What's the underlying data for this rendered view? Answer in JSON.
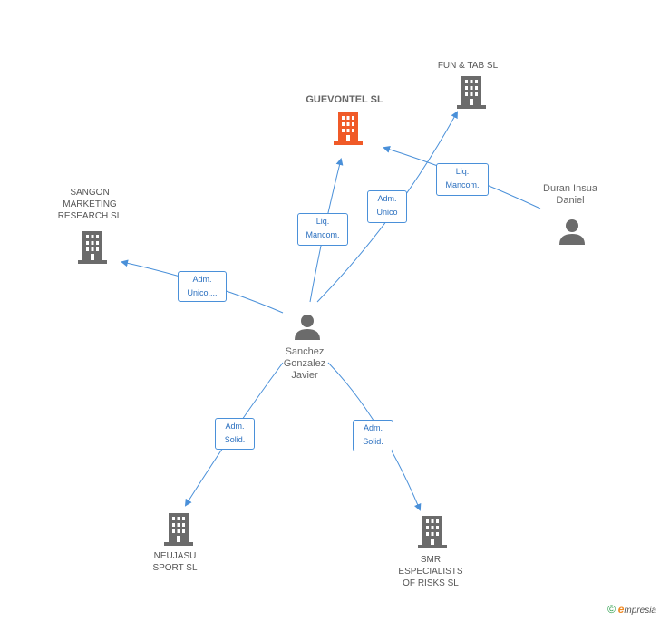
{
  "nodes": {
    "guevontel": {
      "label": "GUEVONTEL SL"
    },
    "fun_tab": {
      "label": "FUN & TAB  SL"
    },
    "sangon": {
      "label": "SANGON\nMARKETING\nRESEARCH SL"
    },
    "neujasu": {
      "label": "NEUJASU\nSPORT SL"
    },
    "smr": {
      "label": "SMR\nESPECIALISTS\nOF RISKS SL"
    },
    "sanchez": {
      "label": "Sanchez\nGonzalez\nJavier"
    },
    "duran": {
      "label": "Duran Insua\nDaniel"
    }
  },
  "edges": {
    "sanchez_guevontel": "Liq.\nMancom.",
    "sanchez_funtab": "Adm.\nUnico",
    "duran_guevontel": "Liq.\nMancom.",
    "sanchez_sangon": "Adm.\nUnico,...",
    "sanchez_neujasu": "Adm.\nSolid.",
    "sanchez_smr": "Adm.\nSolid."
  },
  "colors": {
    "edge": "#4a90d9",
    "building": "#6b6b6b",
    "building_main": "#f05a28",
    "person": "#6b6b6b"
  },
  "footer": {
    "copyright": "©",
    "brand_initial": "e",
    "brand_rest": "mpresia"
  }
}
